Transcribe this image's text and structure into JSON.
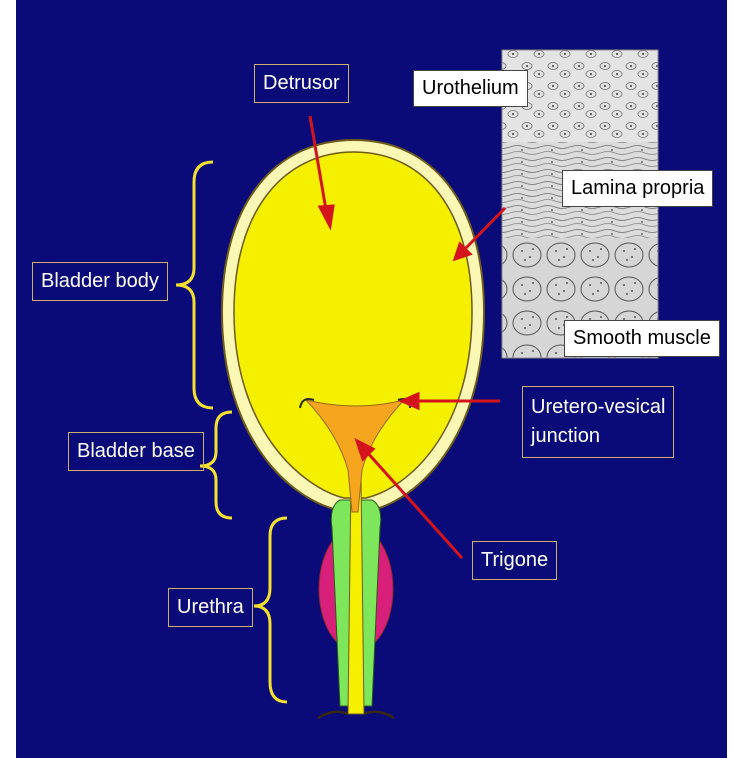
{
  "labels": {
    "detrusor": "Detrusor",
    "urothelium": "Urothelium",
    "lamina_propria": "Lamina propria",
    "bladder_body": "Bladder body",
    "smooth_muscle": "Smooth muscle",
    "uretero_vesical_line1": "Uretero-vesical",
    "uretero_vesical_line2": "junction",
    "bladder_base": "Bladder base",
    "trigone": "Trigone",
    "urethra": "Urethra"
  },
  "colors": {
    "background": "#0a0a78",
    "bladder_lumen": "#f5f000",
    "bladder_wall": "#fbf7b4",
    "trigone": "#f5a51e",
    "urethra_muscle": "#7de65a",
    "prostate": "#d8207a",
    "arrow": "#d4141c",
    "bracket": "#f5e030"
  }
}
